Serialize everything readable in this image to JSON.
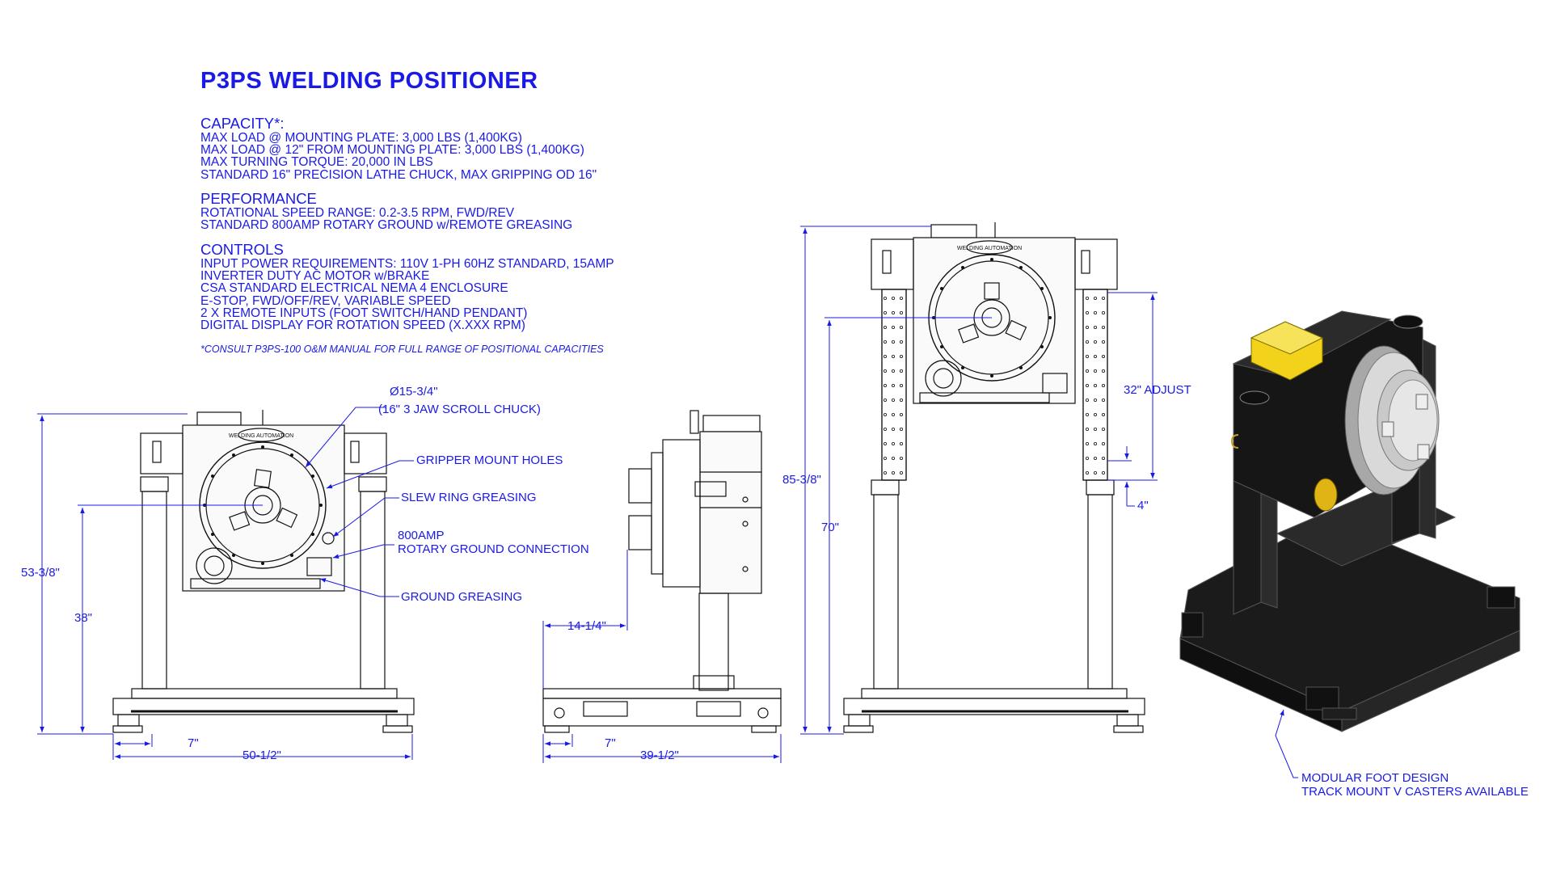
{
  "title": "P3PS WELDING POSITIONER",
  "sections": [
    {
      "heading": "CAPACITY*:",
      "lines": [
        "MAX LOAD @ MOUNTING PLATE: 3,000 LBS (1,400KG)",
        "MAX LOAD @ 12\" FROM MOUNTING PLATE: 3,000 LBS (1,400KG)",
        "MAX TURNING TORQUE: 20,000 IN LBS",
        "STANDARD 16\" PRECISION LATHE CHUCK, MAX GRIPPING OD 16\""
      ]
    },
    {
      "heading": "PERFORMANCE",
      "lines": [
        "ROTATIONAL SPEED RANGE: 0.2-3.5 RPM, FWD/REV",
        "STANDARD 800AMP ROTARY GROUND w/REMOTE GREASING"
      ]
    },
    {
      "heading": "CONTROLS",
      "lines": [
        "INPUT POWER REQUIREMENTS: 110V 1-PH 60HZ STANDARD, 15AMP",
        "INVERTER DUTY AC MOTOR w/BRAKE",
        "CSA STANDARD ELECTRICAL NEMA 4 ENCLOSURE",
        "E-STOP, FWD/OFF/REV, VARIABLE SPEED",
        "2 X REMOTE INPUTS (FOOT SWITCH/HAND PENDANT)",
        "DIGITAL DISPLAY FOR ROTATION SPEED (X.XXX RPM)"
      ]
    }
  ],
  "footnote": "*CONSULT P3PS-100 O&M MANUAL FOR FULL RANGE OF POSITIONAL CAPACITIES",
  "callouts": {
    "chuck_diameter": "Ø15-3/4\"",
    "chuck_type": "(16\"  3 JAW SCROLL CHUCK)",
    "gripper_holes": "GRIPPER MOUNT HOLES",
    "slew_ring": "SLEW RING GREASING",
    "rotary_ground_1": "800AMP",
    "rotary_ground_2": "ROTARY GROUND CONNECTION",
    "ground_greasing": "GROUND GREASING",
    "modular_foot_1": "MODULAR FOOT DESIGN",
    "modular_foot_2": "TRACK MOUNT V CASTERS AVAILABLE"
  },
  "dimensions": {
    "front_height": "53-3/8\"",
    "front_center": "38\"",
    "front_foot": "7\"",
    "front_width": "50-1/2\"",
    "side_offset": "14-1/4\"",
    "side_foot": "7\"",
    "side_depth": "39-1/2\"",
    "raised_height": "85-3/8\"",
    "raised_center": "70\"",
    "adjust": "32\" ADJUST",
    "adjust_step": "4\""
  },
  "logo_text": "WELDING AUTOMATION",
  "colors": {
    "text": "#1a1ae6",
    "line": "#1a1ae6",
    "drawing": "#111111",
    "accent": "#f2d21a",
    "machine": "#1b1b1b"
  }
}
